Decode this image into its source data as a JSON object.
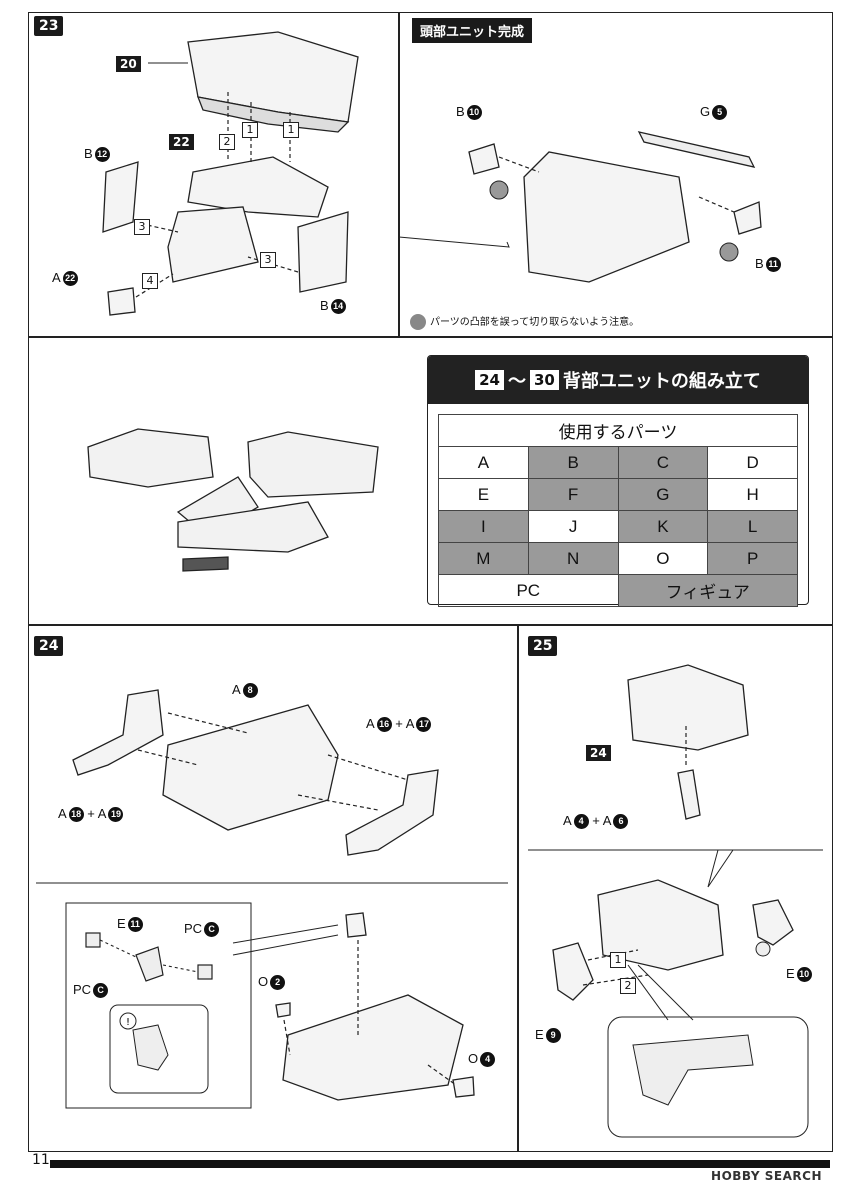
{
  "steps": {
    "s23": "23",
    "s24": "24",
    "s25": "25"
  },
  "head_complete": {
    "title": "頭部ユニット完成",
    "note": "パーツの凸部を誤って切り取らないよう注意。"
  },
  "parts_section": {
    "range_start": "24",
    "range_tilde": "～",
    "range_end": "30",
    "title": "背部ユニットの組み立て",
    "table_header": "使用するパーツ",
    "rows": [
      [
        {
          "t": "A",
          "g": false
        },
        {
          "t": "B",
          "g": true
        },
        {
          "t": "C",
          "g": true
        },
        {
          "t": "D",
          "g": false
        }
      ],
      [
        {
          "t": "E",
          "g": false
        },
        {
          "t": "F",
          "g": true
        },
        {
          "t": "G",
          "g": true
        },
        {
          "t": "H",
          "g": false
        }
      ],
      [
        {
          "t": "I",
          "g": true
        },
        {
          "t": "J",
          "g": false
        },
        {
          "t": "K",
          "g": true
        },
        {
          "t": "L",
          "g": true
        }
      ],
      [
        {
          "t": "M",
          "g": true
        },
        {
          "t": "N",
          "g": true
        },
        {
          "t": "O",
          "g": false
        },
        {
          "t": "P",
          "g": true
        }
      ]
    ],
    "last_row": [
      {
        "t": "PC",
        "g": false
      },
      {
        "t": "フィギュア",
        "g": true
      }
    ]
  },
  "labels23": {
    "l20": "20",
    "l22": "22",
    "b12": "B",
    "b12n": "12",
    "a22": "A",
    "a22n": "22",
    "b14": "B",
    "b14n": "14",
    "b10": "B",
    "b10n": "10",
    "g5": "G",
    "g5n": "5",
    "b11": "B",
    "b11n": "11",
    "st1": "1",
    "st1b": "1",
    "st2": "2",
    "st3a": "3",
    "st3b": "3",
    "st4": "4"
  },
  "labels24": {
    "a8": "A",
    "a8n": "8",
    "a16": "A",
    "a16n": "16",
    "plus1": "+",
    "a17": "A",
    "a17n": "17",
    "a18": "A",
    "a18n": "18",
    "plus2": "+",
    "a19": "A",
    "a19n": "19",
    "e11": "E",
    "e11n": "11",
    "pcc1": "PC",
    "pcc1n": "C",
    "pcc2": "PC",
    "pcc2n": "C",
    "o2": "O",
    "o2n": "2",
    "o4": "O",
    "o4n": "4"
  },
  "labels25": {
    "l24": "24",
    "a4": "A",
    "a4n": "4",
    "plus": "+",
    "a6": "A",
    "a6n": "6",
    "e10": "E",
    "e10n": "10",
    "e9": "E",
    "e9n": "9",
    "st1": "1",
    "st2": "2"
  },
  "footer": {
    "page": "11",
    "watermark": "HOBBY SEARCH"
  }
}
